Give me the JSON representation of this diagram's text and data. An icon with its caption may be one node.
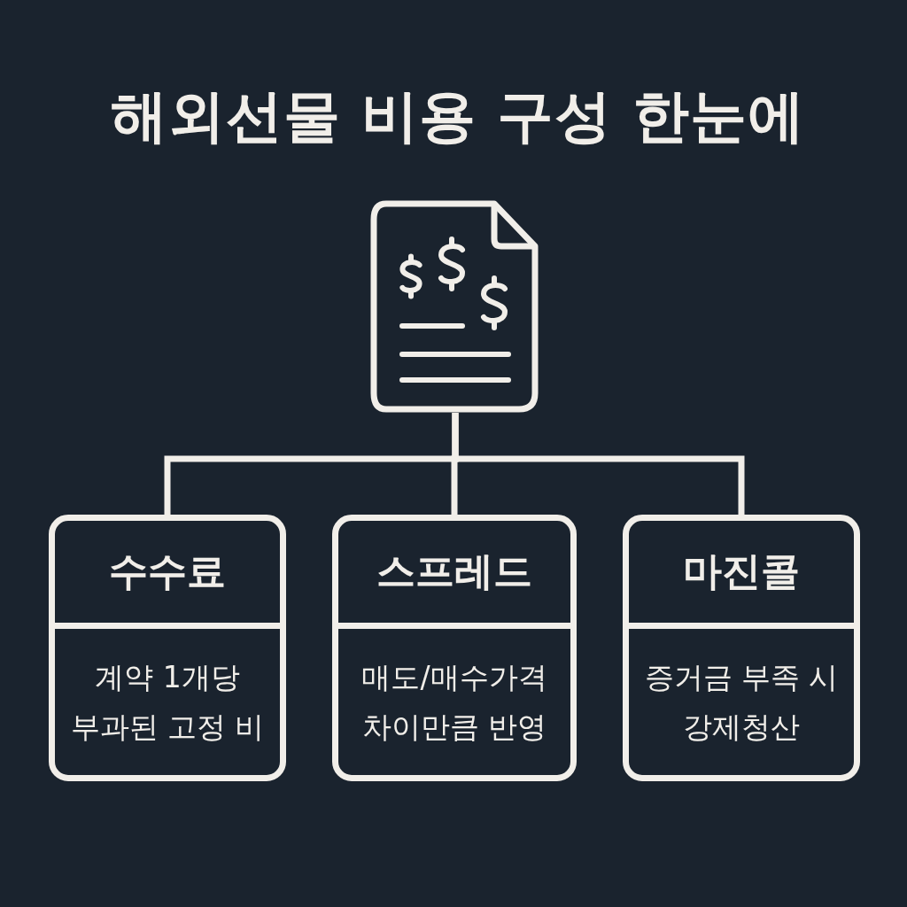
{
  "diagram": {
    "title": "해외선물 비용 구성 한눈에",
    "nodes": [
      {
        "text": [],
        "shape": "document"
      },
      {
        "text": [
          "수수료",
          "계약 1개당 부과된 고정 비"
        ]
      },
      {
        "text": [
          "스프레드",
          "매도/매수가격 차이만큼 반영"
        ]
      },
      {
        "text": [
          "마진콜",
          "증거금 부족 시 강제청산"
        ]
      }
    ],
    "edges": [
      {
        "from": 0,
        "to": 1,
        "arrow": "none"
      },
      {
        "from": 0,
        "to": 2,
        "arrow": "none"
      },
      {
        "from": 0,
        "to": 3,
        "arrow": "none"
      }
    ]
  }
}
